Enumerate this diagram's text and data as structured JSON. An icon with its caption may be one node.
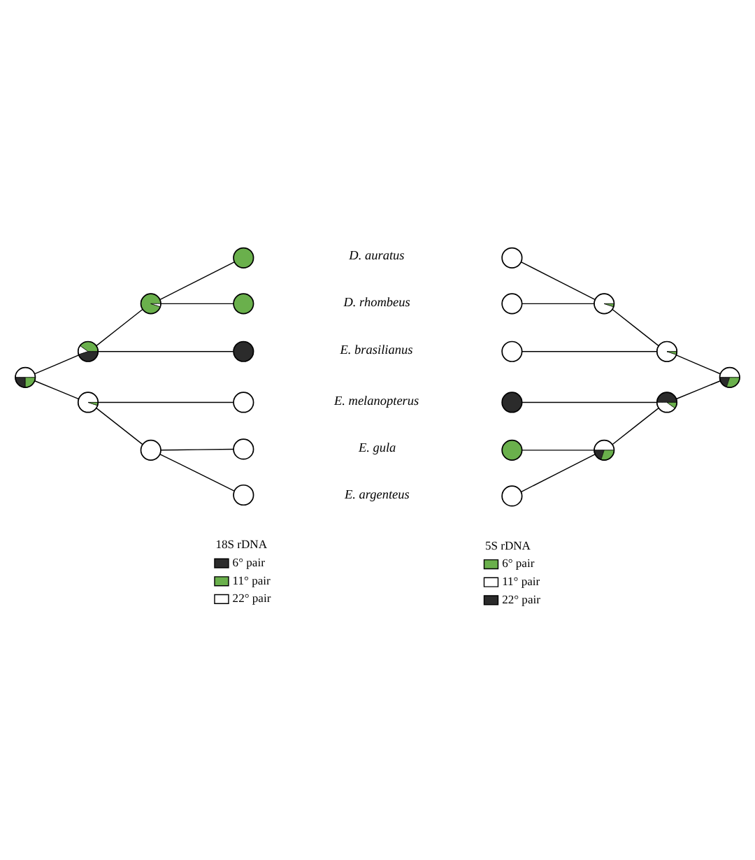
{
  "diagram": {
    "nodes": [
      {
        "text": [],
        "shape": "circle"
      },
      {
        "text": [],
        "shape": "circle"
      },
      {
        "text": [],
        "shape": "circle"
      },
      {
        "text": [],
        "shape": "circle"
      },
      {
        "text": [],
        "shape": "circle"
      },
      {
        "text": [],
        "shape": "circle"
      },
      {
        "text": [],
        "shape": "circle"
      },
      {
        "text": [],
        "shape": "circle"
      },
      {
        "text": [],
        "shape": "circle"
      },
      {
        "text": [],
        "shape": "circle"
      },
      {
        "text": [],
        "shape": "circle"
      },
      {
        "text": [],
        "shape": "circle"
      },
      {
        "text": [],
        "shape": "circle"
      },
      {
        "text": [],
        "shape": "circle"
      },
      {
        "text": [],
        "shape": "circle"
      },
      {
        "text": [],
        "shape": "circle"
      },
      {
        "text": [],
        "shape": "circle"
      },
      {
        "text": [],
        "shape": "circle"
      },
      {
        "text": [],
        "shape": "circle"
      },
      {
        "text": [],
        "shape": "circle"
      },
      {
        "text": [],
        "shape": "circle"
      },
      {
        "text": [],
        "shape": "circle"
      }
    ],
    "edges": [
      {
        "from": 0,
        "to": 1,
        "arrow": "none"
      },
      {
        "from": 1,
        "to": 2,
        "arrow": "none"
      },
      {
        "from": 2,
        "to": 3,
        "arrow": "none"
      },
      {
        "from": 2,
        "to": 4,
        "arrow": "none"
      },
      {
        "from": 1,
        "to": 5,
        "arrow": "none"
      },
      {
        "from": 0,
        "to": 6,
        "arrow": "none"
      },
      {
        "from": 6,
        "to": 7,
        "arrow": "none"
      },
      {
        "from": 6,
        "to": 8,
        "arrow": "none"
      },
      {
        "from": 8,
        "to": 9,
        "arrow": "none"
      },
      {
        "from": 8,
        "to": 10,
        "arrow": "none"
      },
      {
        "from": 14,
        "to": 13,
        "arrow": "none"
      },
      {
        "from": 15,
        "to": 13,
        "arrow": "none"
      },
      {
        "from": 13,
        "to": 12,
        "arrow": "none"
      },
      {
        "from": 16,
        "to": 12,
        "arrow": "none"
      },
      {
        "from": 12,
        "to": 11,
        "arrow": "none"
      },
      {
        "from": 18,
        "to": 17,
        "arrow": "none"
      },
      {
        "from": 20,
        "to": 19,
        "arrow": "none"
      },
      {
        "from": 21,
        "to": 19,
        "arrow": "none"
      },
      {
        "from": 19,
        "to": 17,
        "arrow": "none"
      },
      {
        "from": 17,
        "to": 11,
        "arrow": "none"
      }
    ],
    "labels": [
      "D. auratus",
      "D. rhombeus",
      "E. brasilianus",
      "E. melanopterus",
      "E. gula",
      "E. argenteus",
      "18S rDNA",
      "5S rDNA"
    ],
    "legend": [
      {
        "text": "6° pair",
        "color": "#2b2b2b"
      },
      {
        "text": "11° pair",
        "color": "#6ab04c"
      },
      {
        "text": "22° pair",
        "color": "#ffffff"
      },
      {
        "text": "6° pair",
        "color": "#6ab04c"
      },
      {
        "text": "11° pair",
        "color": "#ffffff"
      },
      {
        "text": "22° pair",
        "color": "#2b2b2b"
      }
    ]
  }
}
